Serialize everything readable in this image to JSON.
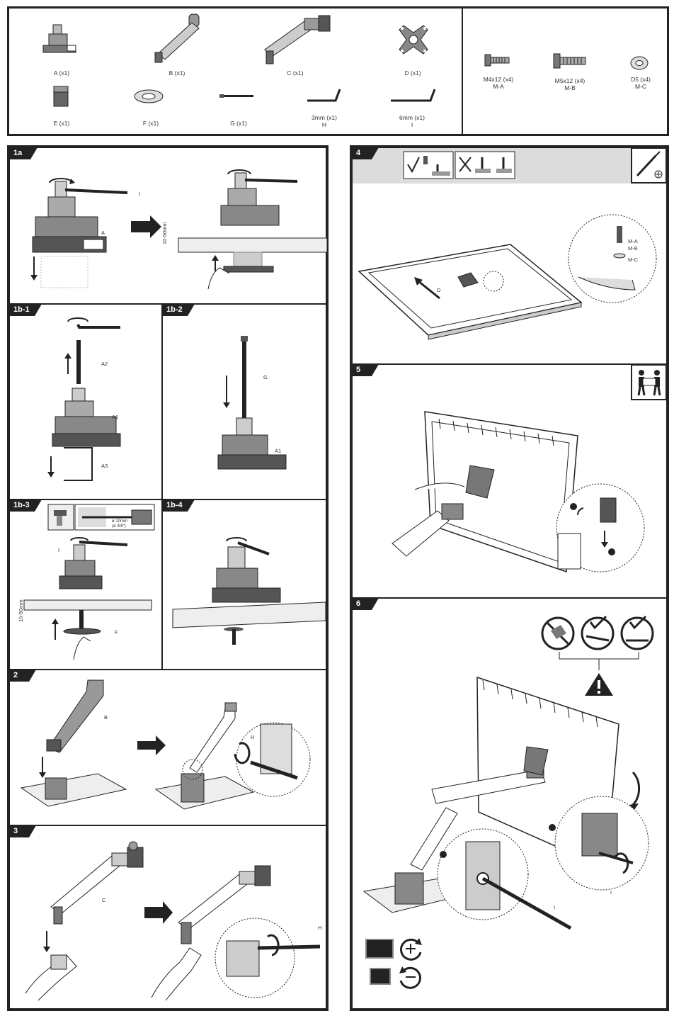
{
  "parts": {
    "a": "A (x1)",
    "b": "B (x1)",
    "c": "C (x1)",
    "d": "D (x1)",
    "e": "E (x1)",
    "f": "F (x1)",
    "g": "G (x1)",
    "h_size": "3mm (x1)",
    "h_letter": "H",
    "i_size": "6mm (x1)",
    "i_letter": "I"
  },
  "hardware": {
    "ma_size": "M4x12 (x4)",
    "ma_code": "M-A",
    "mb_size": "M5x12 (x4)",
    "mb_code": "M-B",
    "mc_size": "D5 (x4)",
    "mc_code": "M-C"
  },
  "steps": {
    "s1a": "1a",
    "s1b1": "1b-1",
    "s1b2": "1b-2",
    "s1b3": "1b-3",
    "s1b4": "1b-4",
    "s2": "2",
    "s3": "3",
    "s4": "4",
    "s5": "5",
    "s6": "6"
  },
  "callouts": {
    "i": "I",
    "a": "A",
    "a1": "A1",
    "a2": "A2",
    "a3": "A3",
    "b": "B",
    "c": "C",
    "d": "D",
    "f": "F",
    "g": "G",
    "h": "H",
    "range": "10-50mm",
    "ma": "M-A",
    "mb": "M-B",
    "mc": "M-C",
    "drill1": "ø 10mm",
    "drill2": "(ø 3/8\")"
  }
}
